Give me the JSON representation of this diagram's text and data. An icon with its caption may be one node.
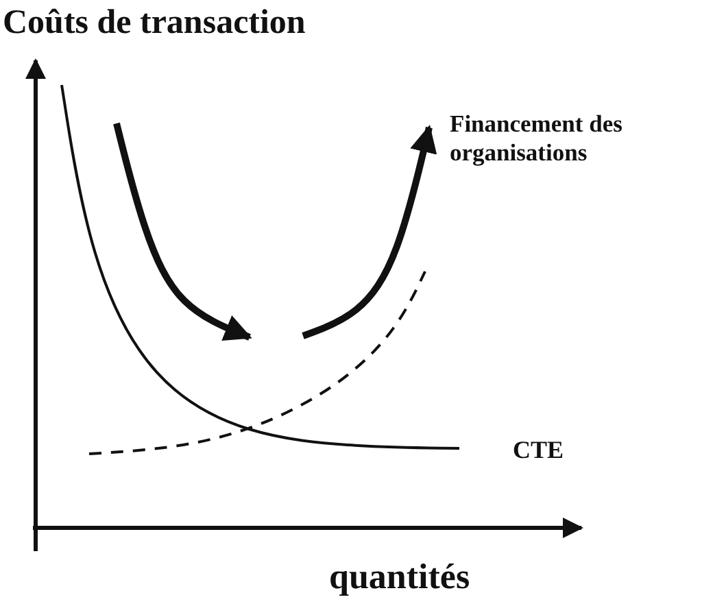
{
  "diagram": {
    "labels": [
      "Coûts de transaction",
      "Financement des organisations",
      "CTE",
      "quantités"
    ]
  }
}
